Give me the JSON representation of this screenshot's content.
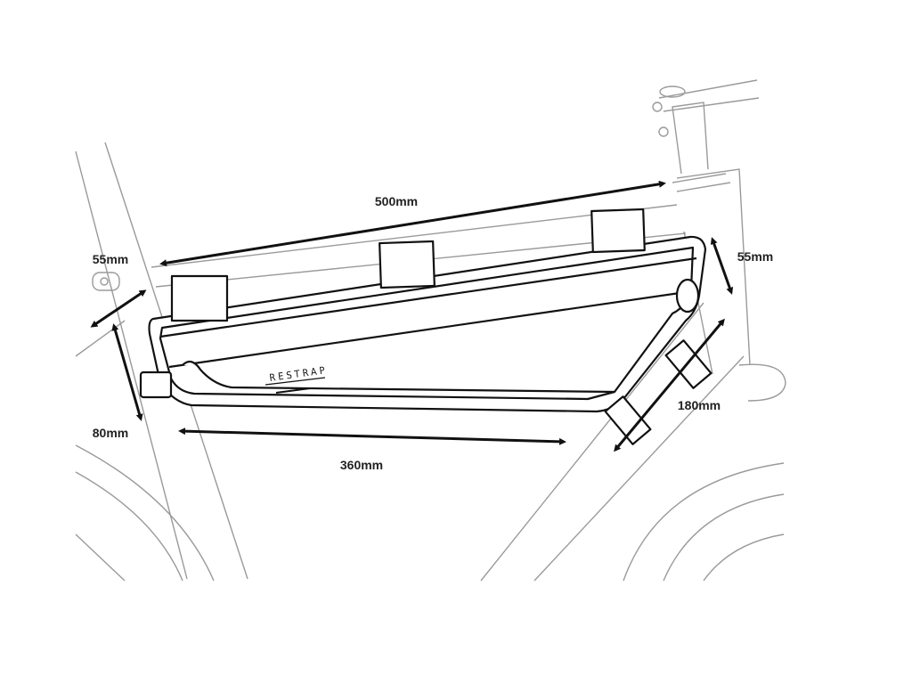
{
  "diagram": {
    "brand_logo": "RESTRAP",
    "dimensions": {
      "top_length": "500mm",
      "rear_height": "55mm",
      "front_height": "55mm",
      "rear_depth": "80mm",
      "bottom_length": "360mm",
      "front_diagonal": "180mm"
    }
  }
}
